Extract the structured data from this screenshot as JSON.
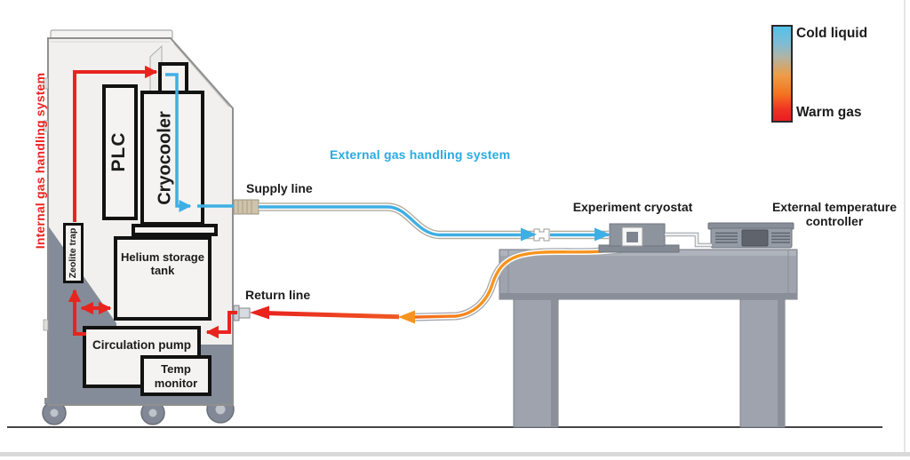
{
  "legend": {
    "cold_label": "Cold liquid",
    "warm_label": "Warm gas"
  },
  "labels": {
    "internal_system": "Internal gas handling system",
    "external_system": "External gas handling system",
    "supply_line": "Supply line",
    "return_line": "Return line",
    "experiment_cryostat": "Experiment cryostat",
    "external_controller": "External temperature controller"
  },
  "components": {
    "plc": "PLC",
    "cryocooler": "Cryocooler",
    "zeolite_trap": "Zeolite trap",
    "helium_tank": "Helium storage tank",
    "circulation_pump": "Circulation pump",
    "temp_monitor": "Temp monitor"
  },
  "colors": {
    "cold_blue": "#3EAFE4",
    "warm_red": "#E8241F",
    "warm_orange": "#F7941D",
    "external_label_blue": "#29ABE2",
    "internal_label_red": "#E8241F"
  }
}
